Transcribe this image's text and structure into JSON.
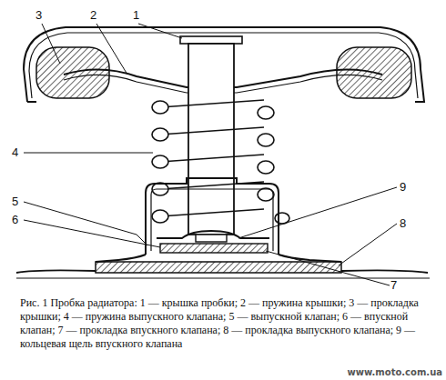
{
  "diagram": {
    "caption": "Рис. 1 Пробка радиатора: 1 — крышка пробки; 2 — пружина крышки; 3 — прокладка крышки; 4 — пружина выпускного клапана; 5 — выпускной клапан; 6 — впускной клапан; 7 — прокладка впускного клапана; 8 — прокладка выпускного клапана; 9 — кольцевая щель впускного клапана",
    "labels": [
      "3",
      "2",
      "1",
      "4",
      "5",
      "6",
      "9",
      "8",
      "7",
      "www.moto.com.ua"
    ]
  }
}
